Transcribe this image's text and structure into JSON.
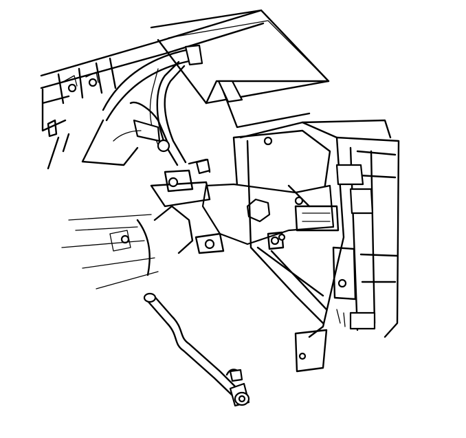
{
  "figure": {
    "kind": "exploded-view line drawing",
    "colors": {
      "ink": "#000000",
      "paper": "#ffffff"
    },
    "parts": [
      {
        "name": "radiator-support-panel"
      },
      {
        "name": "upper-tie-bar"
      },
      {
        "name": "coolant-hose"
      },
      {
        "name": "mounting-bracket"
      },
      {
        "name": "bolt"
      },
      {
        "name": "nut"
      },
      {
        "name": "lower-pipe-removed"
      }
    ]
  }
}
